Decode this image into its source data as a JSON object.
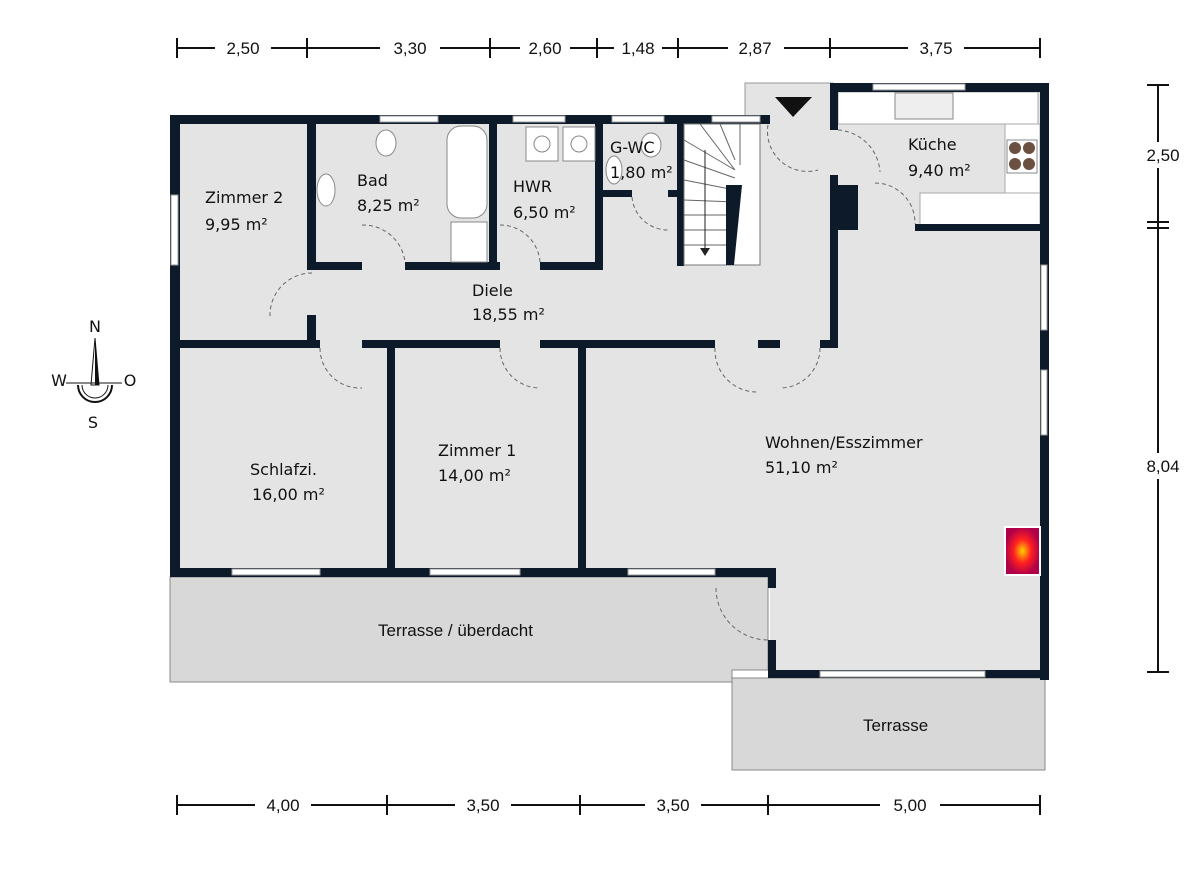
{
  "rooms": [
    {
      "name": "Zimmer 2",
      "area": "9,95 m²"
    },
    {
      "name": "Bad",
      "area": "8,25 m²"
    },
    {
      "name": "HWR",
      "area": "6,50 m²"
    },
    {
      "name": "G-WC",
      "area": "1,80 m²"
    },
    {
      "name": "Küche",
      "area": "9,40 m²"
    },
    {
      "name": "Diele",
      "area": "18,55 m²"
    },
    {
      "name": "Schlafzi.",
      "area": "16,00 m²"
    },
    {
      "name": "Zimmer 1",
      "area": "14,00 m²"
    },
    {
      "name": "Wohnen/Esszimmer",
      "area": "51,10 m²"
    }
  ],
  "terraces": [
    "Terrasse /  überdacht",
    "Terrasse"
  ],
  "dimensions": {
    "top": [
      "2,50",
      "3,30",
      "2,60",
      "1,48",
      "2,87",
      "3,75"
    ],
    "bottom": [
      "4,00",
      "3,50",
      "3,50",
      "5,00"
    ],
    "right": [
      "2,50",
      "8,04"
    ]
  },
  "compass": {
    "n": "N",
    "s": "S",
    "w": "W",
    "o": "O"
  },
  "colors": {
    "wall": "#0d1a2a",
    "floor": "#e4e4e4",
    "terrace": "#d8d8d8",
    "fireplace": "#e0102a"
  }
}
